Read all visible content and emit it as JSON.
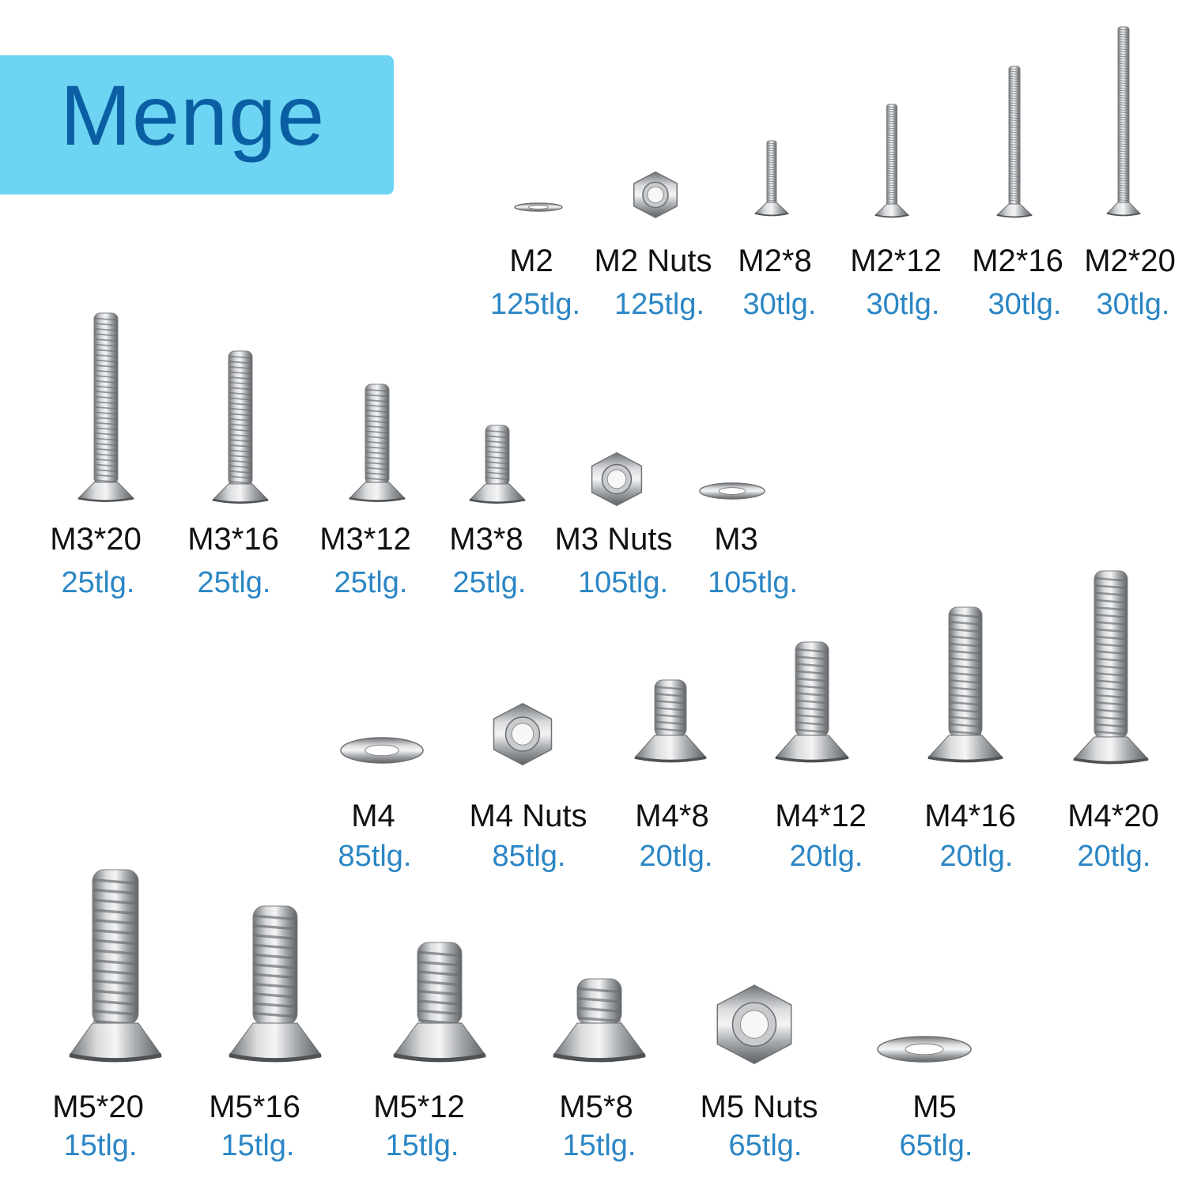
{
  "title": "Menge",
  "colors": {
    "banner": "#6dd4f3",
    "title": "#0a5fa3",
    "label": "#111111",
    "count": "#2b86c5"
  },
  "rows": [
    [
      {
        "label": "M2",
        "count": "125tlg.",
        "kind": "washer"
      },
      {
        "label": "M2 Nuts",
        "count": "125tlg.",
        "kind": "nut"
      },
      {
        "label": "M2*8",
        "count": "30tlg.",
        "kind": "screw"
      },
      {
        "label": "M2*12",
        "count": "30tlg.",
        "kind": "screw"
      },
      {
        "label": "M2*16",
        "count": "30tlg.",
        "kind": "screw"
      },
      {
        "label": "M2*20",
        "count": "30tlg.",
        "kind": "screw"
      }
    ],
    [
      {
        "label": "M3*20",
        "count": "25tlg.",
        "kind": "screw"
      },
      {
        "label": "M3*16",
        "count": "25tlg.",
        "kind": "screw"
      },
      {
        "label": "M3*12",
        "count": "25tlg.",
        "kind": "screw"
      },
      {
        "label": "M3*8",
        "count": "25tlg.",
        "kind": "screw"
      },
      {
        "label": "M3 Nuts",
        "count": "105tlg.",
        "kind": "nut"
      },
      {
        "label": "M3",
        "count": "105tlg.",
        "kind": "washer"
      }
    ],
    [
      {
        "label": "M4",
        "count": "85tlg.",
        "kind": "washer"
      },
      {
        "label": "M4 Nuts",
        "count": "85tlg.",
        "kind": "nut"
      },
      {
        "label": "M4*8",
        "count": "20tlg.",
        "kind": "screw"
      },
      {
        "label": "M4*12",
        "count": "20tlg.",
        "kind": "screw"
      },
      {
        "label": "M4*16",
        "count": "20tlg.",
        "kind": "screw"
      },
      {
        "label": "M4*20",
        "count": "20tlg.",
        "kind": "screw"
      }
    ],
    [
      {
        "label": "M5*20",
        "count": "15tlg.",
        "kind": "screw"
      },
      {
        "label": "M5*16",
        "count": "15tlg.",
        "kind": "screw"
      },
      {
        "label": "M5*12",
        "count": "15tlg.",
        "kind": "screw"
      },
      {
        "label": "M5*8",
        "count": "15tlg.",
        "kind": "screw"
      },
      {
        "label": "M5 Nuts",
        "count": "65tlg.",
        "kind": "nut"
      },
      {
        "label": "M5",
        "count": "65tlg.",
        "kind": "washer"
      }
    ]
  ]
}
